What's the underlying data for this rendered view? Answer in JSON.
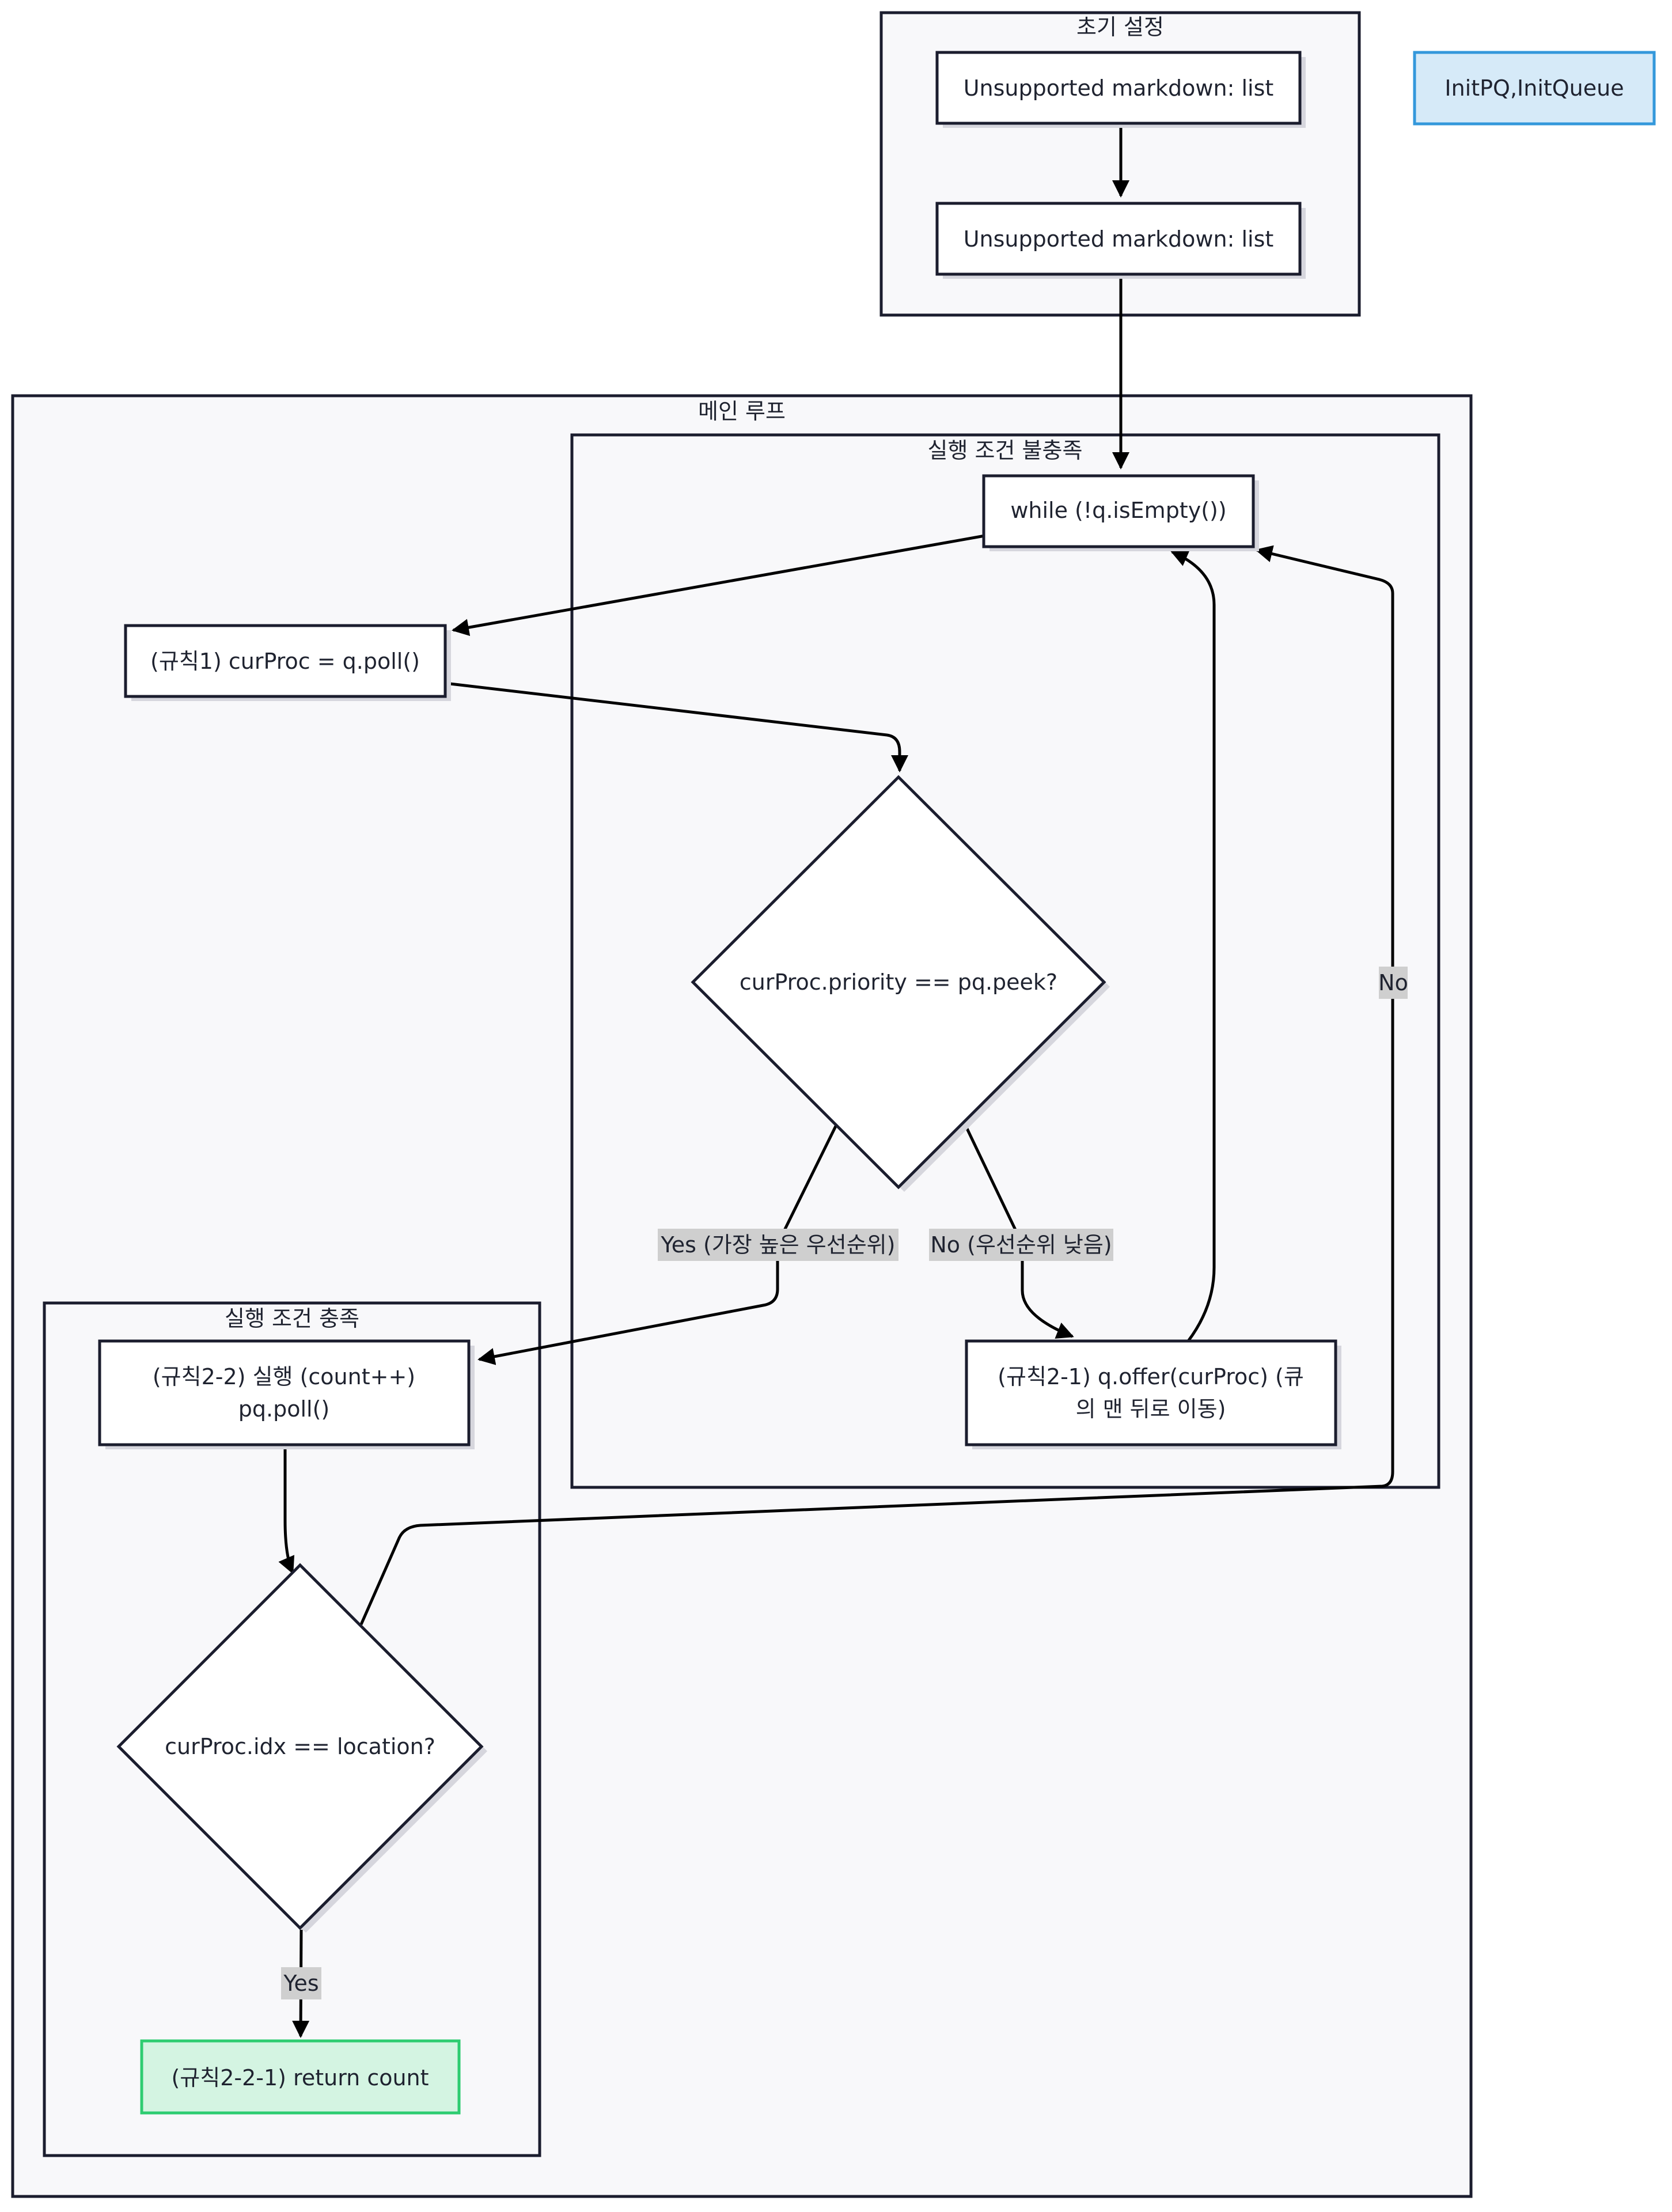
{
  "clusters": {
    "init": {
      "title": "초기 설정"
    },
    "main": {
      "title": "메인 루프"
    },
    "fail": {
      "title": "실행 조건 불충족"
    },
    "ok": {
      "title": "실행 조건 충족"
    }
  },
  "nodes": {
    "init_pq": {
      "text": "Unsupported markdown: list"
    },
    "init_queue": {
      "text": "Unsupported markdown: list"
    },
    "legend": {
      "text": "InitPQ,InitQueue"
    },
    "while_loop": {
      "text": "while (!q.isEmpty())"
    },
    "poll": {
      "text": "(규칙1) curProc = q.poll()"
    },
    "priority_check": {
      "text": "curProc.priority == pq.peek?"
    },
    "offer": {
      "line1": "(규칙2-1) q.offer(curProc) (큐",
      "line2": "의 맨 뒤로 이동)"
    },
    "execute": {
      "line1": "(규칙2-2) 실행 (count++)",
      "line2": "pq.poll()"
    },
    "location_check": {
      "text": "curProc.idx == location?"
    },
    "return_count": {
      "text": "(규칙2-2-1) return count"
    }
  },
  "edges": {
    "yes_highest": "Yes (가장 높은 우선순위)",
    "no_lower": "No (우선순위 낮음)",
    "no_loop": "No",
    "yes_found": "Yes"
  },
  "colors": {
    "cluster_fill": "#f8f8fa",
    "stroke": "#1b1d2e",
    "legend_fill": "#d6eaf8",
    "legend_stroke": "#3498db",
    "success_fill": "#d4f4e2",
    "success_stroke": "#2ecc71",
    "label_bg": "#cfcfcf"
  }
}
